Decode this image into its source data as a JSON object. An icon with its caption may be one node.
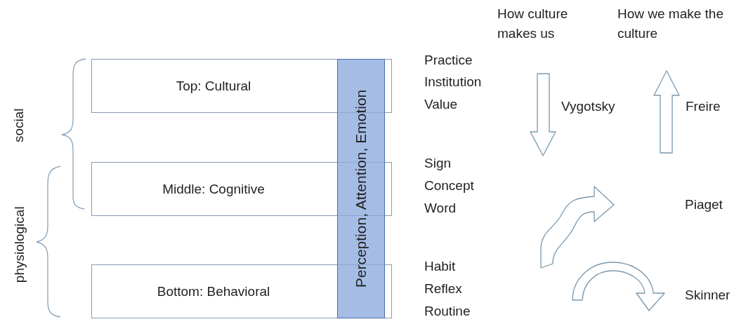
{
  "diagram": {
    "nodes": [
      {
        "text": [
          "Top: Cultural"
        ]
      },
      {
        "text": [
          "Middle: Cognitive"
        ]
      },
      {
        "text": [
          "Bottom: Behavioral"
        ]
      },
      {
        "text": [
          "Perception, Attention, Emotion"
        ]
      }
    ],
    "labels": [
      "How culture makes us",
      "How we make the culture",
      "social",
      "physiological",
      "Practice",
      "Institution",
      "Value",
      "Vygotsky",
      "Freire",
      "Sign",
      "Concept",
      "Word",
      "Piaget",
      "Habit",
      "Reflex",
      "Routine",
      "Skinner"
    ]
  }
}
